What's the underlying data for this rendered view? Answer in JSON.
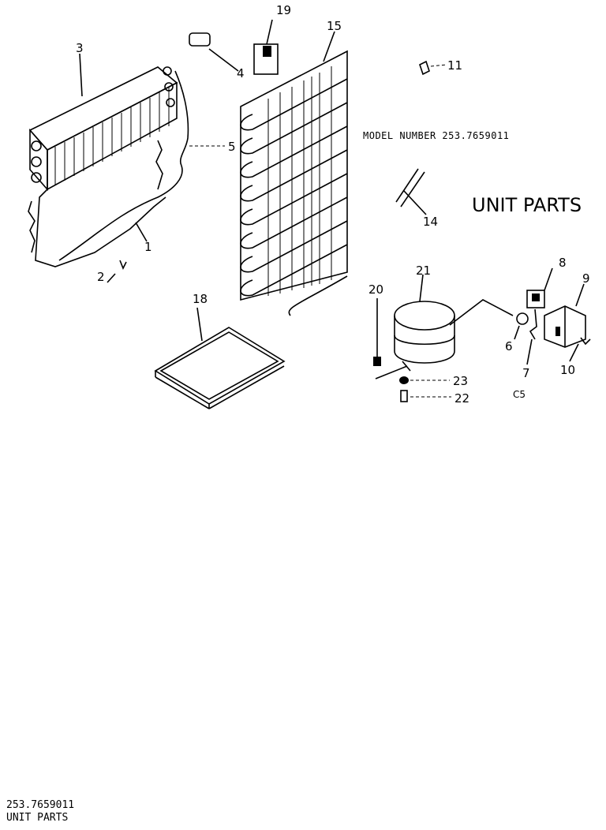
{
  "model_label": "MODEL NUMBER 253.7659011",
  "title": "UNIT PARTS",
  "footer": {
    "model": "253.7659011",
    "section": "UNIT PARTS"
  },
  "code": "C5",
  "parts": {
    "p1": "1",
    "p2": "2",
    "p3": "3",
    "p4": "4",
    "p5": "5",
    "p6": "6",
    "p7": "7",
    "p8": "8",
    "p9": "9",
    "p10": "10",
    "p11": "11",
    "p14": "14",
    "p15": "15",
    "p18": "18",
    "p19": "19",
    "p20": "20",
    "p21": "21",
    "p22": "22",
    "p23": "23"
  }
}
